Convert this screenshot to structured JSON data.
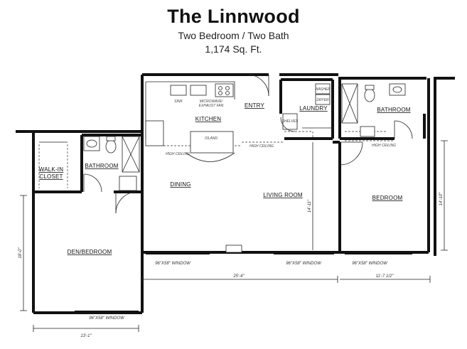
{
  "header": {
    "title": "The Linnwood",
    "subtitle": "Two Bedroom / Two Bath",
    "area": "1,174 Sq. Ft."
  },
  "rooms": {
    "kitchen": "KITCHEN",
    "entry": "ENTRY",
    "laundry": "LAUNDRY",
    "bathroom_main": "BATHROOM",
    "bathroom_left": "BATHROOM",
    "walk_in_closet_line1": "WALK-IN",
    "walk_in_closet_line2": "CLOSET",
    "dining": "DINING",
    "living_room": "LIVING ROOM",
    "bedroom": "BEDROOM",
    "den_bedroom": "DEN/BEDROOM"
  },
  "fixtures": {
    "sink": "SINK",
    "microwave_line1": "MICROWAVE/",
    "microwave_line2": "EXHAUST FAN",
    "island": "ISLAND",
    "washer": "WASHER",
    "dryer": "DRYER",
    "shelves": "SHELVES",
    "high_ceiling_kitchen": "HIGH CEILING",
    "high_ceiling_living": "HIGH CEILING",
    "high_ceiling_bath": "HIGH CEILING"
  },
  "windows": {
    "dining": "96\"X58\" WINDOW",
    "living": "96\"X58\" WINDOW",
    "bedroom": "96\"X58\" WINDOW",
    "den": "96\"X58\" WINDOW"
  },
  "dimensions": {
    "main_width": "25'-4\"",
    "bedroom_width": "11'-7 1/2\"",
    "den_width": "13'-1\"",
    "den_depth": "18'-0\"",
    "living_depth": "14'-11\"",
    "bedroom_depth": "14'-10\""
  }
}
